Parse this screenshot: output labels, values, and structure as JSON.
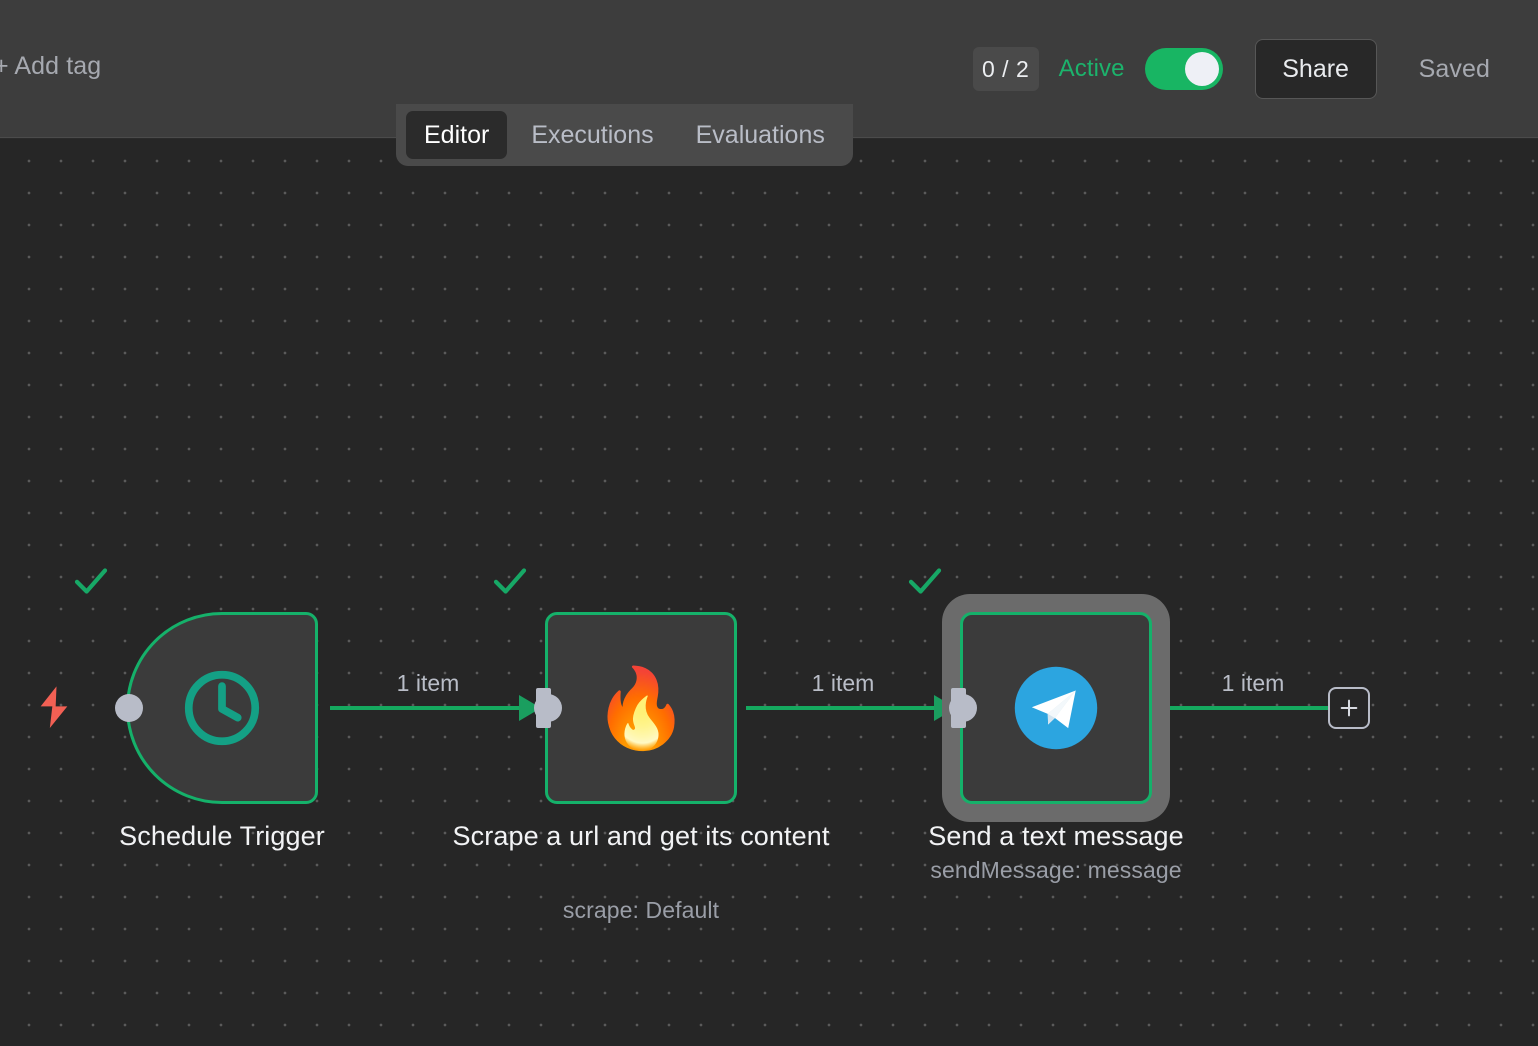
{
  "header": {
    "add_tag_label": "+ Add tag",
    "execution_count": "0 / 2",
    "active_label": "Active",
    "active_toggle_state": "on",
    "share_label": "Share",
    "saved_label": "Saved",
    "accent_green": "#18b563",
    "active_text_color": "#1cb36c"
  },
  "tabs": [
    {
      "label": "Editor",
      "active": true
    },
    {
      "label": "Executions",
      "active": false
    },
    {
      "label": "Evaluations",
      "active": false
    }
  ],
  "canvas": {
    "background": "#262626",
    "grid_dot_color": "#5a5a5a",
    "grid_spacing": 32
  },
  "nodes": [
    {
      "id": "schedule-trigger",
      "title": "Schedule Trigger",
      "subtitle": "",
      "icon": "clock-icon",
      "icon_color": "#14a085",
      "shape": "trigger",
      "selected": false,
      "status": "success",
      "has_trigger_bolt": true,
      "bolt_color": "#f26054"
    },
    {
      "id": "scrape-url",
      "title": "Scrape a url and get its content",
      "subtitle": "scrape: Default",
      "icon": "flame-icon",
      "icon_glyph": "🔥",
      "shape": "rect",
      "selected": false,
      "status": "success",
      "has_trigger_bolt": false
    },
    {
      "id": "send-text-message",
      "title": "Send a text message",
      "subtitle": "sendMessage: message",
      "icon": "telegram-icon",
      "icon_color": "#2ca5e0",
      "shape": "rect",
      "selected": true,
      "status": "success",
      "has_trigger_bolt": false
    }
  ],
  "connections": [
    {
      "from": "schedule-trigger",
      "to": "scrape-url",
      "label": "1 item"
    },
    {
      "from": "scrape-url",
      "to": "send-text-message",
      "label": "1 item"
    },
    {
      "from": "send-text-message",
      "to": "add-node",
      "label": "1 item"
    }
  ],
  "add_node_button": {
    "label": "+"
  }
}
